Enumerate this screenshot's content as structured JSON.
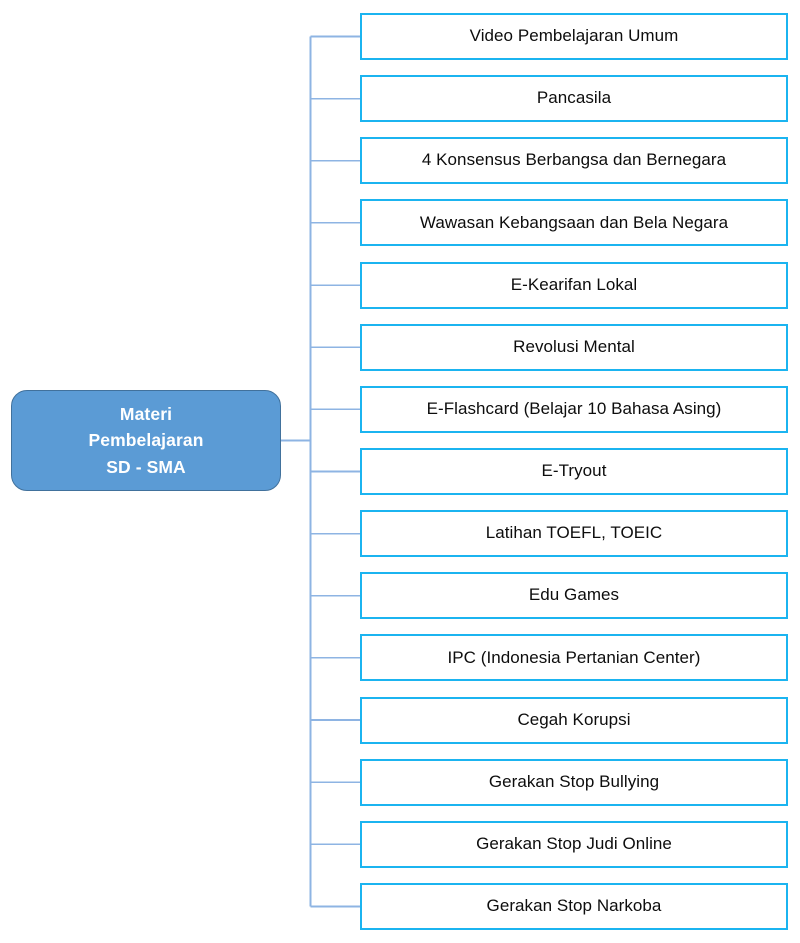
{
  "diagram": {
    "type": "tree-hierarchy",
    "orientation": "left-to-right",
    "colors": {
      "root_fill": "#5B9BD5",
      "root_border": "#41719C",
      "root_text": "#FFFFFF",
      "leaf_border": "#1BB4F0",
      "leaf_fill": "#FFFFFF",
      "leaf_text": "#0D0D0D",
      "connector_line": "#8EB4E3",
      "background": "#FFFFFF"
    },
    "root": {
      "name": "materi-pembelajaran-root",
      "lines": [
        "Materi",
        "Pembelajaran",
        "SD - SMA"
      ],
      "full_text": "Materi Pembelajaran SD - SMA"
    },
    "children": [
      {
        "index": 1,
        "label": "Video Pembelajaran Umum"
      },
      {
        "index": 2,
        "label": "Pancasila"
      },
      {
        "index": 3,
        "label": "4 Konsensus Berbangsa dan Bernegara"
      },
      {
        "index": 4,
        "label": "Wawasan Kebangsaan dan Bela Negara"
      },
      {
        "index": 5,
        "label": "E-Kearifan Lokal"
      },
      {
        "index": 6,
        "label": "Revolusi Mental"
      },
      {
        "index": 7,
        "label": "E-Flashcard (Belajar 10 Bahasa Asing)"
      },
      {
        "index": 8,
        "label": "E-Tryout"
      },
      {
        "index": 9,
        "label": "Latihan TOEFL, TOEIC"
      },
      {
        "index": 10,
        "label": "Edu Games"
      },
      {
        "index": 11,
        "label": "IPC (Indonesia Pertanian Center)"
      },
      {
        "index": 12,
        "label": "Cegah Korupsi"
      },
      {
        "index": 13,
        "label": "Gerakan Stop Bullying"
      },
      {
        "index": 14,
        "label": "Gerakan Stop Judi Online"
      },
      {
        "index": 15,
        "label": "Gerakan Stop Narkoba"
      }
    ],
    "child_count": 15
  }
}
